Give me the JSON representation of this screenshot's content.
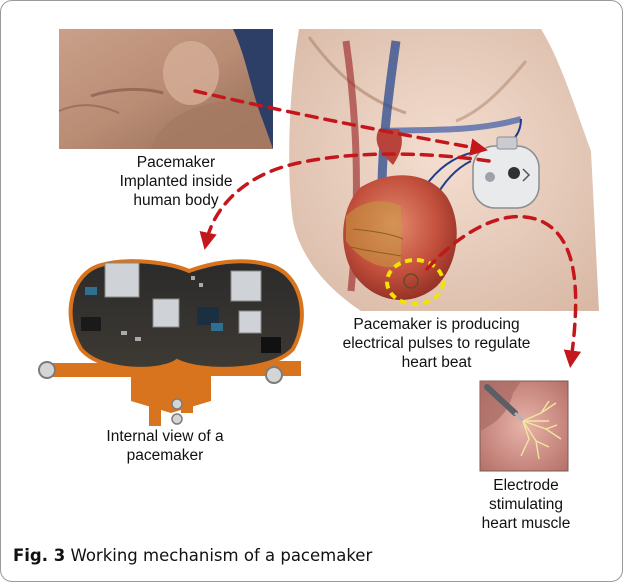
{
  "labels": {
    "skin": [
      "Pacemaker",
      "Implanted inside",
      "human body"
    ],
    "pulse": [
      "Pacemaker is producing",
      "electrical pulses to regulate",
      "heart beat"
    ],
    "internal": [
      "Internal view of a",
      "pacemaker"
    ],
    "electrode": [
      "Electrode",
      "stimulating",
      "heart muscle"
    ]
  },
  "caption": {
    "figure": "Fig. 3",
    "text": "Working mechanism of a pacemaker"
  },
  "colors": {
    "arrow": "#c4171c",
    "highlight": "#f2e300",
    "skin": "#c99a7e",
    "heart": "#c5473a",
    "circuit": "#d8741d",
    "muscle": "#c98a84"
  }
}
